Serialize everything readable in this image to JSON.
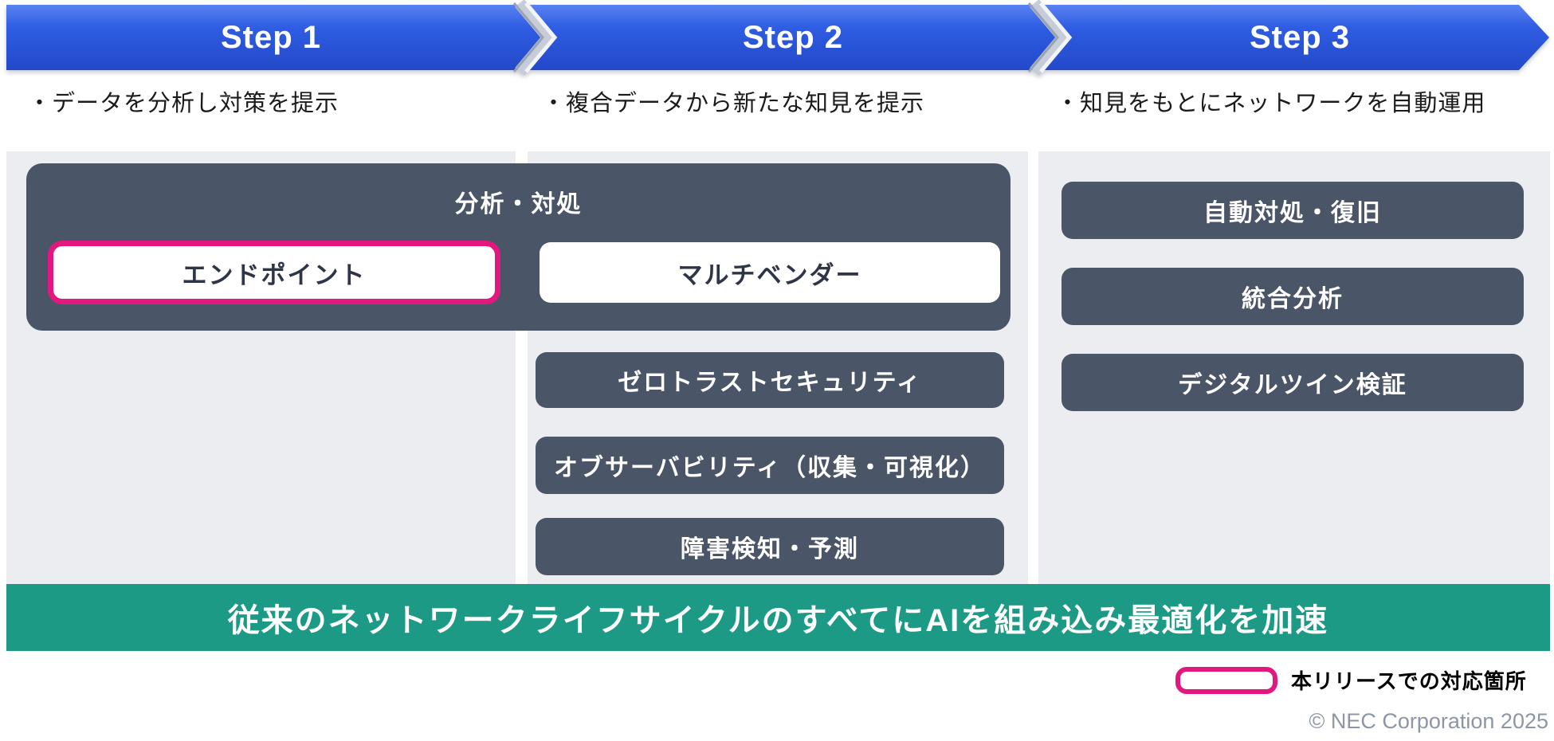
{
  "steps": [
    {
      "label": "Step 1",
      "bullet": "・データを分析し対策を提示"
    },
    {
      "label": "Step 2",
      "bullet": "・複合データから新たな知見を提示"
    },
    {
      "label": "Step 3",
      "bullet": "・知見をもとにネットワークを自動運用"
    }
  ],
  "analysis_group": {
    "title": "分析・対処",
    "items": [
      {
        "label": "エンドポイント",
        "highlighted": true
      },
      {
        "label": "マルチベンダー",
        "highlighted": false
      }
    ]
  },
  "step2_items": [
    "ゼロトラストセキュリティ",
    "オブサーバビリティ（収集・可視化）",
    "障害検知・予測"
  ],
  "step3_items": [
    "自動対処・復旧",
    "統合分析",
    "デジタルツイン検証"
  ],
  "bottom_banner": "従来のネットワークライフサイクルのすべてにAIを組み込み最適化を加速",
  "legend": {
    "label": "本リリースでの対応箇所"
  },
  "copyright": "© NEC Corporation 2025",
  "colors": {
    "step_arrow_blue": "#2e5ce2",
    "slate_box": "#4b5568",
    "teal_banner": "#1d9a85",
    "highlight_pink": "#e3187f",
    "panel_gray": "#ebedf1"
  }
}
